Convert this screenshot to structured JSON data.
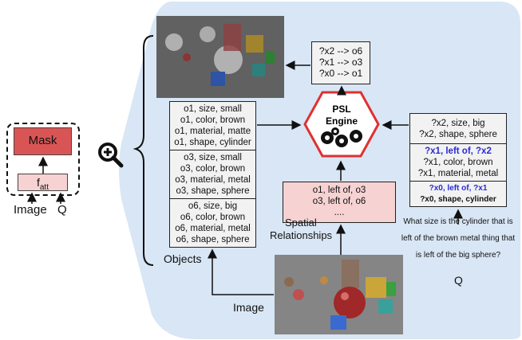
{
  "left_module": {
    "mask_label": "Mask",
    "fatt_label": "f",
    "fatt_sub": "att",
    "image_label": "Image",
    "q_label": "Q"
  },
  "zoom_icon": "zoom-in-icon",
  "objects_label": "Objects",
  "image_label": "Image",
  "objects": [
    [
      "o1, size, small",
      "o1, color, brown",
      "o1, material, matte",
      "o1, shape, cylinder"
    ],
    [
      "o3, size, small",
      "o3, color, brown",
      "o3, material, metal",
      "o3, shape, sphere"
    ],
    [
      "o6, size, big",
      "o6, color, brown",
      "o6, material, metal",
      "o6, shape, sphere"
    ]
  ],
  "result": [
    "?x2 --> o6",
    "?x1 --> o3",
    "?x0 --> o1"
  ],
  "engine": {
    "line1": "PSL",
    "line2": "Engine"
  },
  "spatial": {
    "lines": [
      "o1, left of, o3",
      "o3, left of, o6",
      "...."
    ],
    "label1": "Spatial",
    "label2": "Relationships"
  },
  "query": [
    {
      "lines": [
        "?x2, size, big",
        "?x2, shape, sphere"
      ]
    },
    {
      "lines": [
        "?x1, left of, ?x2",
        "?x1, color, brown",
        "?x1, material, metal"
      ]
    },
    {
      "lines": [
        "?x0, left of, ?x1",
        "?x0, shape, cylinder"
      ]
    }
  ],
  "question": {
    "lines": [
      "What size is the cylinder that is",
      "left of the brown metal thing that",
      "is left of the big sphere?"
    ],
    "q": "Q"
  },
  "colors": {
    "background_blob": "#d8e6f5",
    "mask": "#d95555",
    "fatt": "#f6d2d2",
    "hexagon": "#e03030",
    "blue_text": "#2a2ad6"
  }
}
